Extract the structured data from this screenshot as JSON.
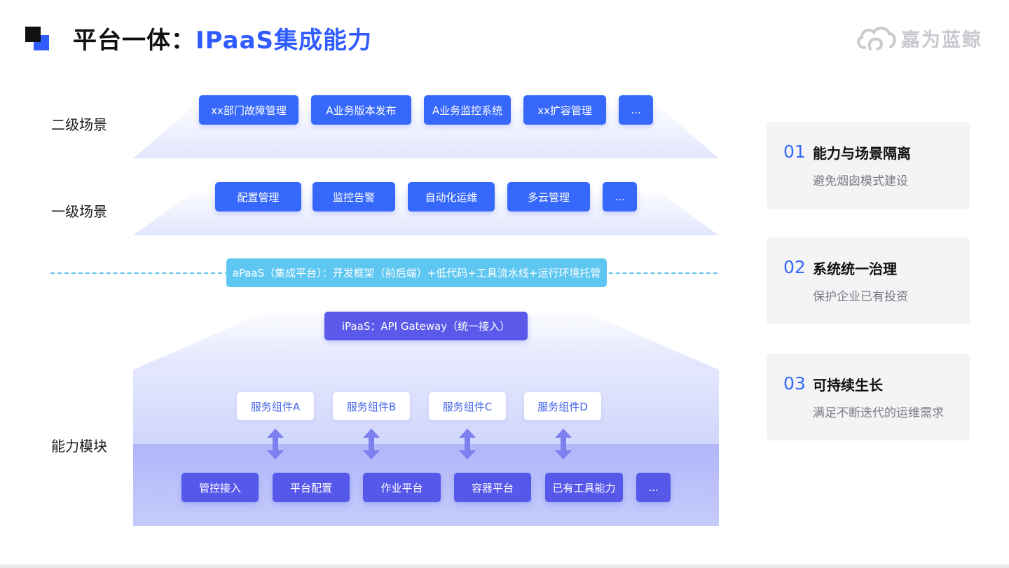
{
  "header": {
    "title_prefix": "平台一体：",
    "title_highlight": "IPaaS集成能力",
    "logo_text": "嘉为蓝鲸",
    "logo_icon": "cloud-icon"
  },
  "colors": {
    "accent": "#2f5bff",
    "chip_blue": "#3668fb",
    "chip_purple": "#5658ea",
    "apaas": "#5dc6f1",
    "dash": "#60c6e6"
  },
  "levels": {
    "secondary": "二级场景",
    "primary": "一级场景",
    "capability": "能力模块"
  },
  "secondary_chips": [
    "xx部门故障管理",
    "A业务版本发布",
    "A业务监控系统",
    "xx扩容管理",
    "..."
  ],
  "primary_chips": [
    "配置管理",
    "监控告警",
    "自动化运维",
    "多云管理",
    "..."
  ],
  "apaas_label": "aPaaS（集成平台）：开发框架（前后端）+低代码+工具流水线+运行环境托管",
  "ipaas_label": "iPaaS：API Gateway（统一接入）",
  "service_components": [
    "服务组件A",
    "服务组件B",
    "服务组件C",
    "服务组件D"
  ],
  "base_chips": [
    "管控接入",
    "平台配置",
    "作业平台",
    "容器平台",
    "已有工具能力",
    "..."
  ],
  "cards": [
    {
      "num": "01",
      "title": "能力与场景隔离",
      "sub": "避免烟囱模式建设"
    },
    {
      "num": "02",
      "title": "系统统一治理",
      "sub": "保护企业已有投资"
    },
    {
      "num": "03",
      "title": "可持续生长",
      "sub": "满足不断迭代的运维需求"
    }
  ]
}
